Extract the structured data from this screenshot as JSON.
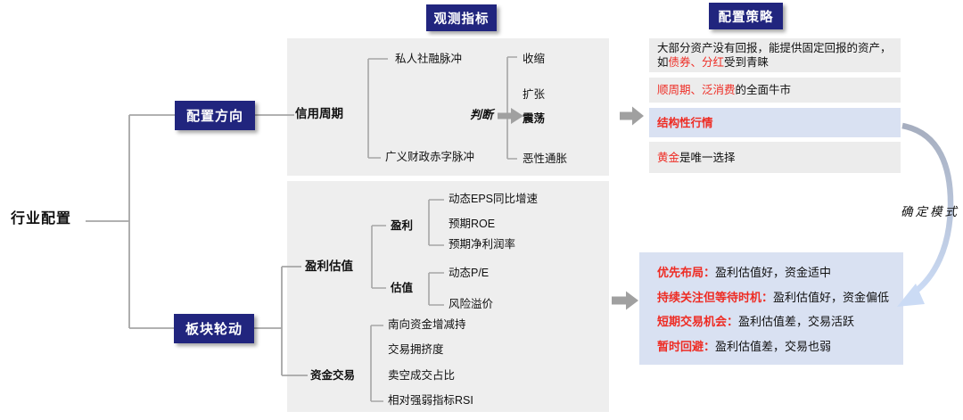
{
  "root": {
    "label": "行业配置"
  },
  "headers": {
    "observed": "观测指标",
    "strategy": "配置策略"
  },
  "branches": {
    "direction": "配置方向",
    "rotation": "板块轮动"
  },
  "credit_panel": {
    "label": "信用周期",
    "inputs": [
      "私人社融脉冲",
      "广义财政赤字脉冲"
    ],
    "judge_label": "判断",
    "outcomes": [
      "收缩",
      "扩张",
      "震荡",
      "恶性通胀"
    ],
    "active_outcome": "震荡"
  },
  "strategy_rows": [
    {
      "highlight": false,
      "parts": [
        {
          "text": "大部分资产没有回报，能提供固定回报的资产，如",
          "color": "black"
        },
        {
          "text": "债券、分红",
          "color": "red"
        },
        {
          "text": "受到青睐",
          "color": "black"
        }
      ]
    },
    {
      "highlight": false,
      "parts": [
        {
          "text": "顺周期、泛消费",
          "color": "red"
        },
        {
          "text": "的全面牛市",
          "color": "black"
        }
      ]
    },
    {
      "highlight": true,
      "parts": [
        {
          "text": "结构性行情",
          "color": "red"
        }
      ]
    },
    {
      "highlight": false,
      "parts": [
        {
          "text": "黄金",
          "color": "red"
        },
        {
          "text": "是唯一选择",
          "color": "black"
        }
      ]
    }
  ],
  "profit_panel": {
    "label": "盈利估值",
    "earnings": {
      "label": "盈利",
      "items": [
        "动态EPS同比增速",
        "预期ROE",
        "预期净利润率"
      ]
    },
    "valuation": {
      "label": "估值",
      "items": [
        "动态P/E",
        "风险溢价"
      ]
    },
    "funds": {
      "label": "资金交易",
      "items": [
        "南向资金增减持",
        "交易拥挤度",
        "卖空成交占比",
        "相对强弱指标RSI"
      ]
    }
  },
  "mode_arrow_label": "确定模式",
  "playbook": [
    {
      "label": "优先布局：",
      "desc": "盈利估值好，资金适中"
    },
    {
      "label": "持续关注但等待时机：",
      "desc": "盈利估值好，资金偏低"
    },
    {
      "label": "短期交易机会：",
      "desc": "盈利估值差，交易活跃"
    },
    {
      "label": "暂时回避：",
      "desc": "盈利估值差，交易也弱"
    }
  ],
  "colors": {
    "navy": "#21257e",
    "red": "#ee2c24",
    "panel": "#eeeeee",
    "row": "#ececec",
    "highlight": "#d9e1f2",
    "line": "#a6a6a6",
    "arrow": "#a0a0a0",
    "curve_top": "#a6aebf",
    "curve_bottom": "#cbdbf5"
  }
}
